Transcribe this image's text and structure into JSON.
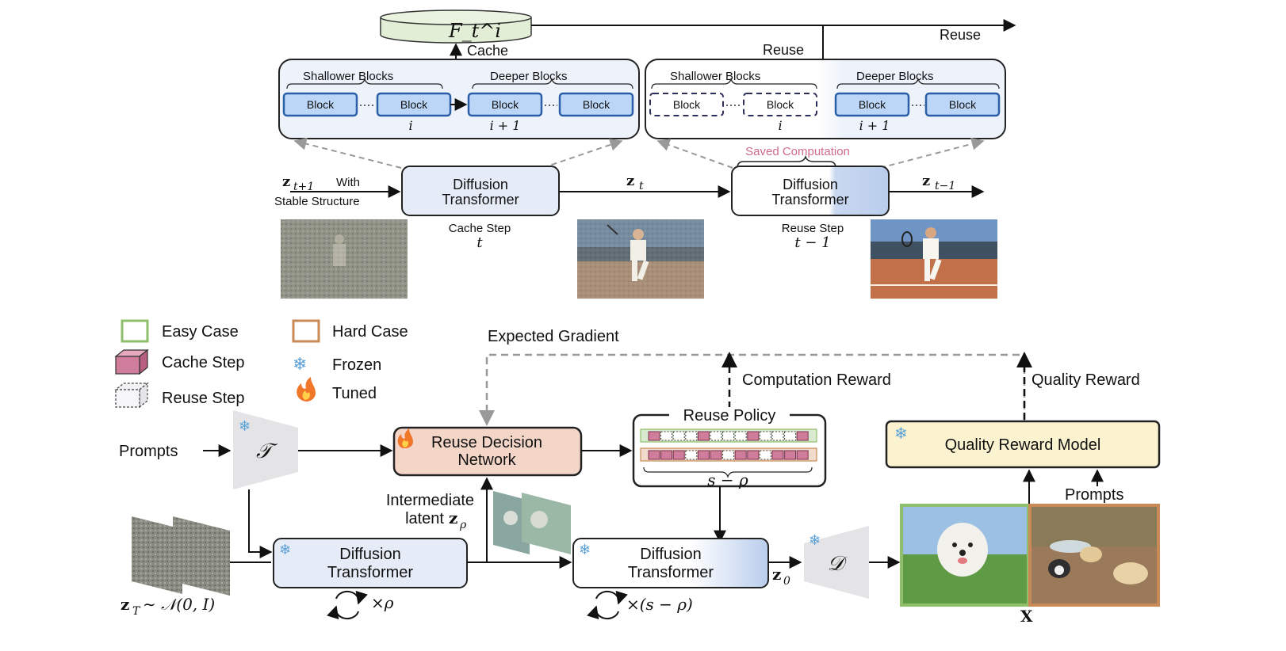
{
  "feature_cache": {
    "label": "F_t^i",
    "cache_label": "Cache",
    "reuse_label_top": "Reuse",
    "reuse_label_mid": "Reuse"
  },
  "left_block_group": {
    "shallower_label": "Shallower Blocks",
    "deeper_label": "Deeper Blocks",
    "block_label": "Block",
    "index_i": "i",
    "index_i1": "i + 1"
  },
  "right_block_group": {
    "shallower_label": "Shallower Blocks",
    "deeper_label": "Deeper Blocks",
    "block_label": "Block",
    "index_i": "i",
    "index_i1": "i + 1",
    "saved_label": "Saved Computation"
  },
  "top_flow": {
    "input_label_z": "z",
    "input_label_sub": "t+1",
    "input_label_with": "With",
    "input_label_line2": "Stable Structure",
    "dit_line1": "Diffusion",
    "dit_line2": "Transformer",
    "cache_step": "Cache Step",
    "cache_step_t": "t",
    "zt_z": "z",
    "zt_sub": "t",
    "reuse_step": "Reuse Step",
    "reuse_step_t": "t − 1",
    "ztm1_z": "z",
    "ztm1_sub": "t−1"
  },
  "legend": {
    "easy": "Easy Case",
    "hard": "Hard Case",
    "cache_step": "Cache Step",
    "frozen": "Frozen",
    "reuse_step": "Reuse Step",
    "tuned": "Tuned"
  },
  "bottom_flow": {
    "expected_gradient": "Expected Gradient",
    "computation_reward": "Computation Reward",
    "quality_reward": "Quality Reward",
    "prompts": "Prompts",
    "text_encoder": "𝒯",
    "decision_line1": "Reuse Decision",
    "decision_line2": "Network",
    "reuse_policy": "Reuse Policy",
    "s_minus_rho": "s − ρ",
    "quality_model": "Quality Reward Model",
    "prompts2": "Prompts",
    "intermediate_line1": "Intermediate",
    "intermediate_line2": "latent",
    "z_rho_z": "z",
    "z_rho_sub": "ρ",
    "dit_line1": "Diffusion",
    "dit_line2": "Transformer",
    "times_rho": "×ρ",
    "times_s_rho": "×(s − ρ)",
    "z0_z": "z",
    "z0_sub": "0",
    "decoder": "𝒟",
    "x_label": "X",
    "zT_label": "z",
    "zT_sub": "T",
    "zT_rest": " ∼ 𝒩(0, I)"
  },
  "colors": {
    "block_fill": "#bcd6f7",
    "block_stroke": "#2a5fa8",
    "dit_fill": "#e6ecf7",
    "decision_fill": "#f4d6c8",
    "quality_fill": "#fbf3d0",
    "easy_green": "#8fbf6a",
    "hard_orange": "#c98a55",
    "cache_pink": "#d07c9b",
    "saved_pink": "#d06a8e"
  }
}
